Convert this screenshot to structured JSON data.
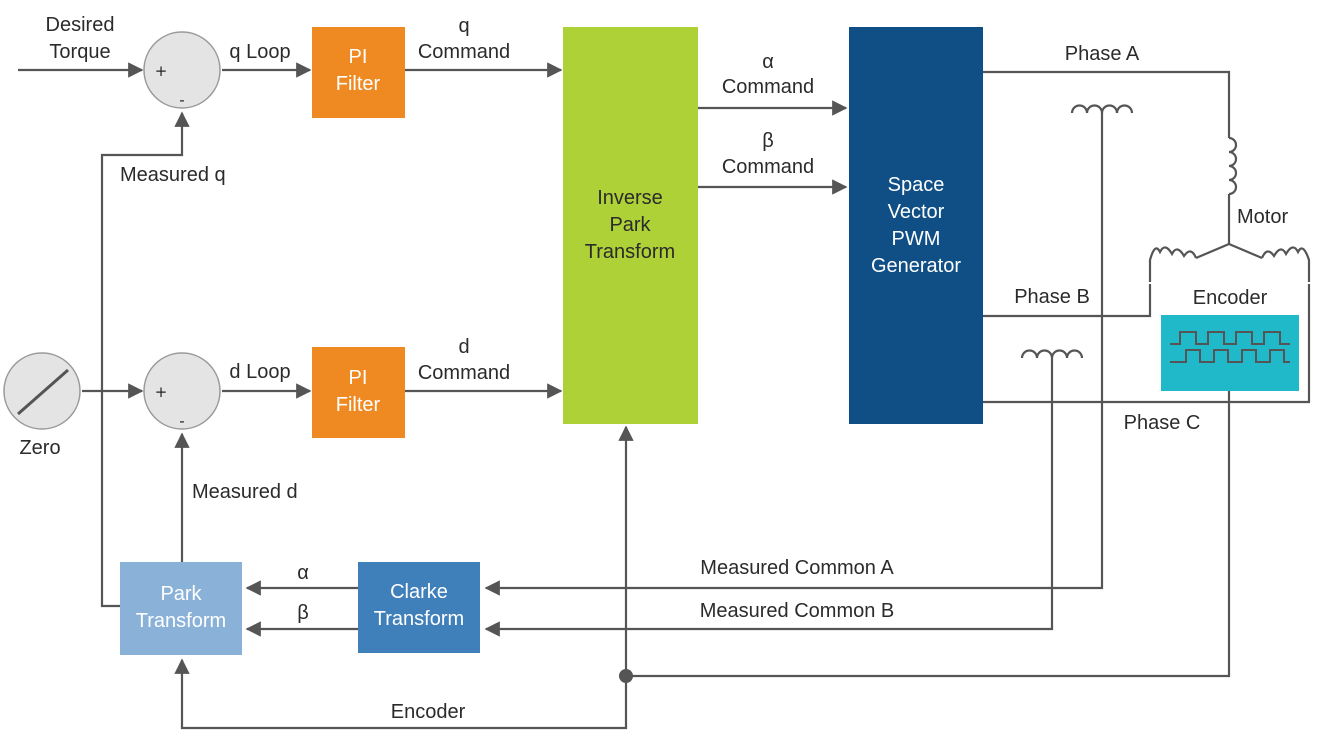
{
  "labels": {
    "desired_torque_1": "Desired",
    "desired_torque_2": "Torque",
    "q_loop": "q Loop",
    "d_loop": "d Loop",
    "q_command_1": "q",
    "q_command_2": "Command",
    "d_command_1": "d",
    "d_command_2": "Command",
    "alpha_command_1": "α",
    "alpha_command_2": "Command",
    "beta_command_1": "β",
    "beta_command_2": "Command",
    "measured_q": "Measured q",
    "measured_d": "Measured d",
    "zero": "Zero",
    "phase_a": "Phase A",
    "phase_b": "Phase B",
    "phase_c": "Phase C",
    "motor": "Motor",
    "encoder_top": "Encoder",
    "encoder_bottom": "Encoder",
    "measured_common_a": "Measured Common A",
    "measured_common_b": "Measured Common B",
    "alpha": "α",
    "beta": "β",
    "plus": "+",
    "minus": "-"
  },
  "blocks": {
    "pi_filter_q_1": "PI",
    "pi_filter_q_2": "Filter",
    "pi_filter_d_1": "PI",
    "pi_filter_d_2": "Filter",
    "inverse_park_1": "Inverse",
    "inverse_park_2": "Park",
    "inverse_park_3": "Transform",
    "svpwm_1": "Space",
    "svpwm_2": "Vector",
    "svpwm_3": "PWM",
    "svpwm_4": "Generator",
    "clarke_1": "Clarke",
    "clarke_2": "Transform",
    "park_1": "Park",
    "park_2": "Transform"
  },
  "colors": {
    "pi_filter": "#ef8a22",
    "inverse_park": "#add136",
    "svpwm": "#0f4f85",
    "clarke": "#3f7fba",
    "park": "#8ab1d8",
    "encoder": "#20b9c9",
    "summer": "#e4e4e4"
  }
}
